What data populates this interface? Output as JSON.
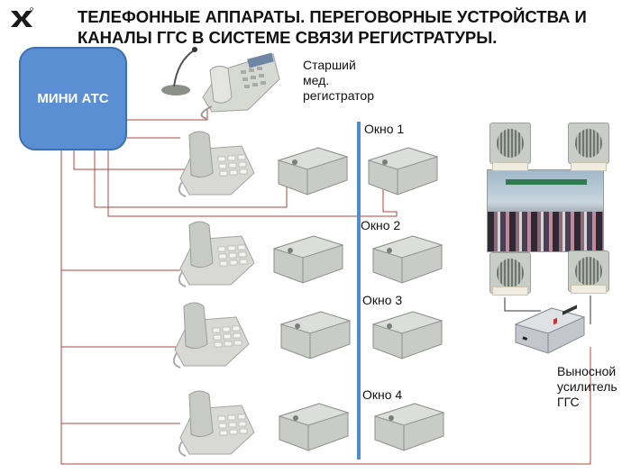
{
  "title": "ТЕЛЕФОННЫЕ АППАРАТЫ. ПЕРЕГОВОРНЫЕ УСТРОЙСТВА И КАНАЛЫ ГГС В СИСТЕМЕ СВЯЗИ РЕГИСТРАТУРЫ.",
  "pbx_label": "МИНИ АТС",
  "senior_registrar": [
    "Старший",
    "мед.",
    "регистратор"
  ],
  "windows": [
    "Окно 1",
    "Окно 2",
    "Окно 3",
    "Окно 4"
  ],
  "amplifier": [
    "Выносной",
    "усилитель",
    "ГГС"
  ],
  "colors": {
    "pbx_fill": "#5b8fd3",
    "wire": "#b0453f",
    "partition": "#4d8ed0",
    "amp_wire": "#333333"
  }
}
